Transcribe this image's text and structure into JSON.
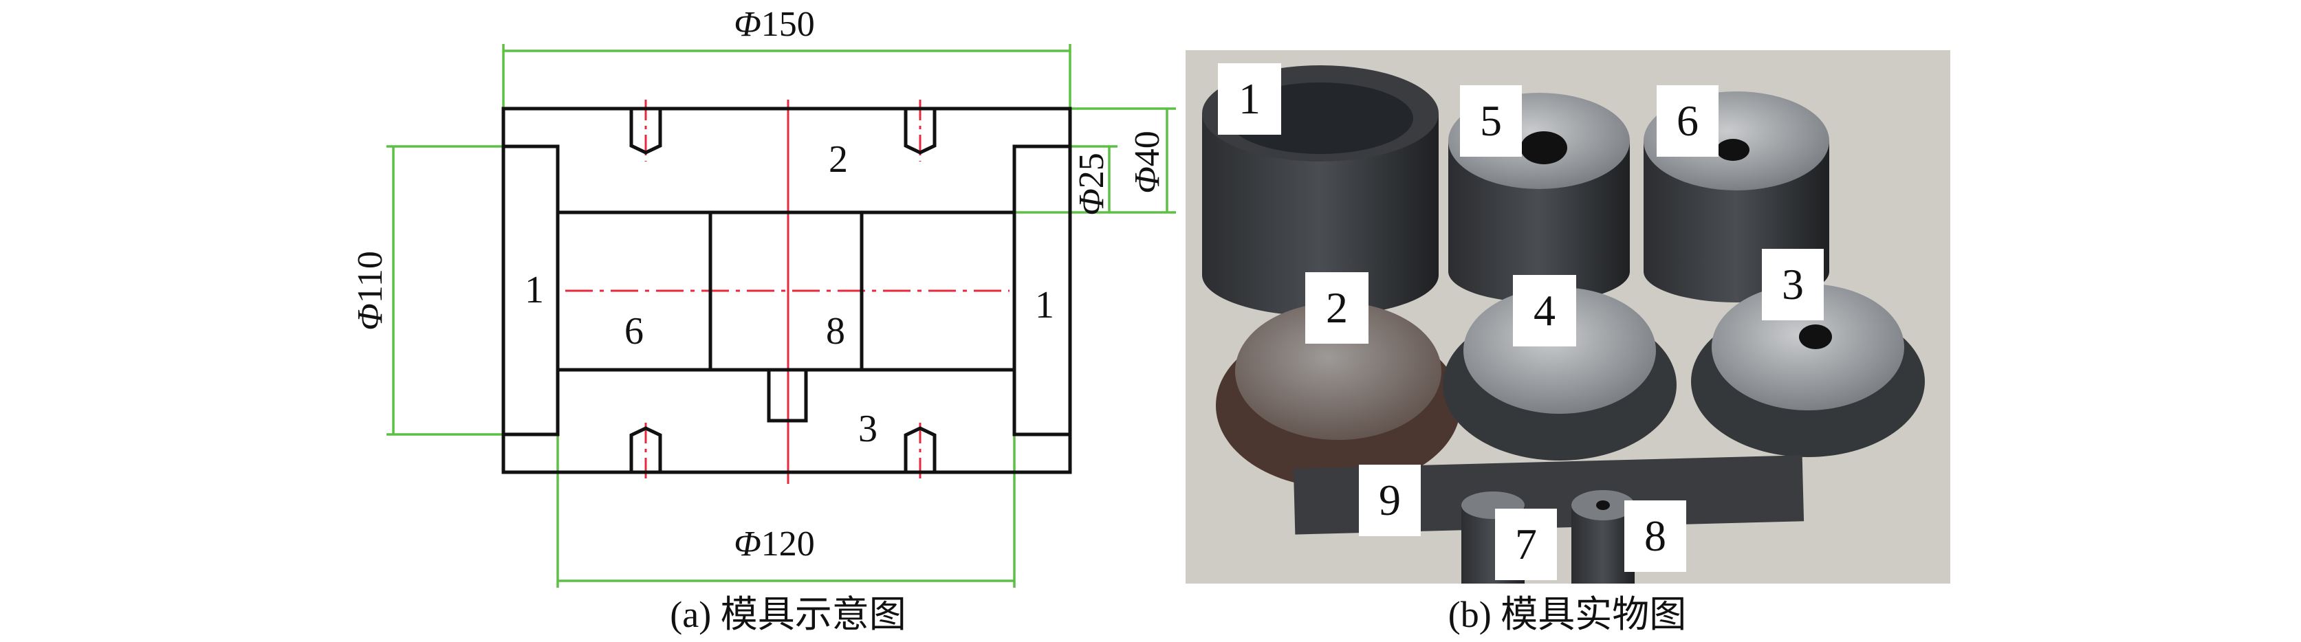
{
  "figure_a": {
    "caption": "(a) 模具示意图",
    "dimensions": {
      "top": {
        "symbol": "Φ",
        "value": "150"
      },
      "left": {
        "symbol": "Φ",
        "value": "110"
      },
      "bottom": {
        "symbol": "Φ",
        "value": "120"
      },
      "right_inner": {
        "symbol": "Φ",
        "value": "25"
      },
      "right_outer": {
        "symbol": "Φ",
        "value": "40"
      }
    },
    "part_labels": {
      "left_sleeve": "1",
      "right_sleeve": "1",
      "top_plate": "2",
      "bottom_plate": "3",
      "left_block": "6",
      "right_block": "8"
    },
    "colors": {
      "outline": "#111111",
      "dimension": "#5cc043",
      "centerline": "#e8283c"
    }
  },
  "figure_b": {
    "caption": "(b) 模具实物图",
    "part_labels": [
      "1",
      "5",
      "6",
      "2",
      "4",
      "3",
      "9",
      "7",
      "8"
    ]
  }
}
